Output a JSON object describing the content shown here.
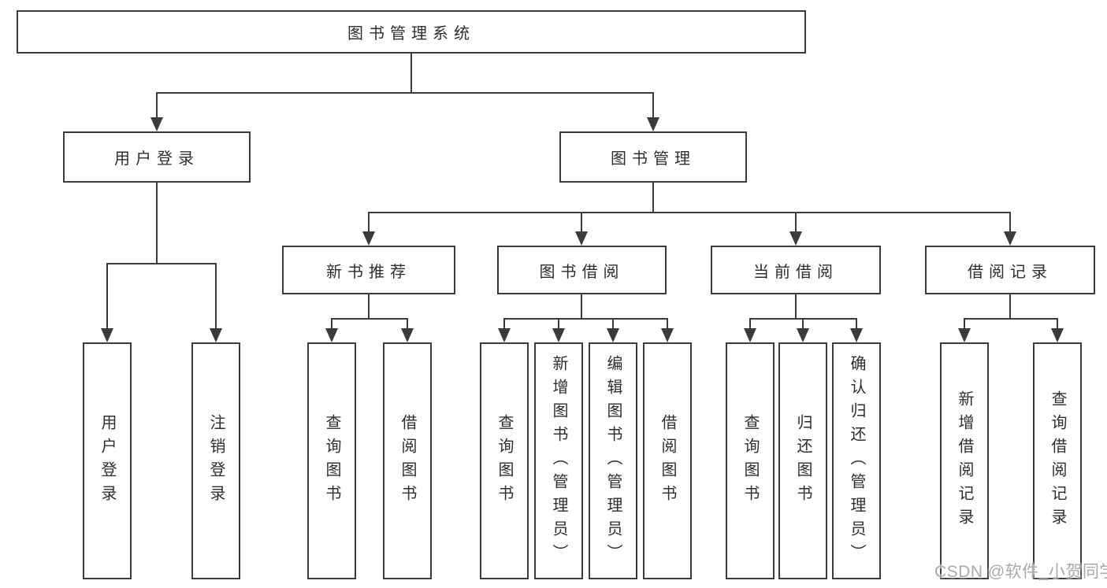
{
  "diagram": {
    "title": "图书管理系统",
    "colors": {
      "background": "#ffffff",
      "line": "#3b3b3b",
      "box_border": "#3b3b3b",
      "text": "#2e2e2e",
      "watermark": "#a9a9a9"
    },
    "nodes": {
      "root": {
        "id": "library-management-system",
        "label": "图书管理系统"
      },
      "level2": [
        {
          "id": "user-login",
          "label": "用户登录",
          "parent": "library-management-system"
        },
        {
          "id": "book-management",
          "label": "图书管理",
          "parent": "library-management-system"
        }
      ],
      "level3": [
        {
          "id": "new-book-recommend",
          "label": "新书推荐",
          "parent": "book-management"
        },
        {
          "id": "book-borrow",
          "label": "图书借阅",
          "parent": "book-management"
        },
        {
          "id": "current-borrow",
          "label": "当前借阅",
          "parent": "book-management"
        },
        {
          "id": "borrow-record",
          "label": "借阅记录",
          "parent": "book-management"
        }
      ],
      "leaves": [
        {
          "label": "用户登录",
          "parent": "user-login"
        },
        {
          "label": "注销登录",
          "parent": "user-login"
        },
        {
          "label": "查询图书",
          "parent": "new-book-recommend"
        },
        {
          "label": "借阅图书",
          "parent": "new-book-recommend"
        },
        {
          "label": "查询图书",
          "parent": "book-borrow"
        },
        {
          "label": "新增图书（管理员）",
          "parent": "book-borrow"
        },
        {
          "label": "编辑图书（管理员）",
          "parent": "book-borrow"
        },
        {
          "label": "借阅图书",
          "parent": "book-borrow"
        },
        {
          "label": "查询图书",
          "parent": "current-borrow"
        },
        {
          "label": "归还图书",
          "parent": "current-borrow"
        },
        {
          "label": "确认归还（管理员）",
          "parent": "current-borrow"
        },
        {
          "label": "新增借阅记录",
          "parent": "borrow-record"
        },
        {
          "label": "查询借阅记录",
          "parent": "borrow-record"
        }
      ]
    },
    "watermark": {
      "text": "CSDN @软件_小贺同学"
    }
  }
}
